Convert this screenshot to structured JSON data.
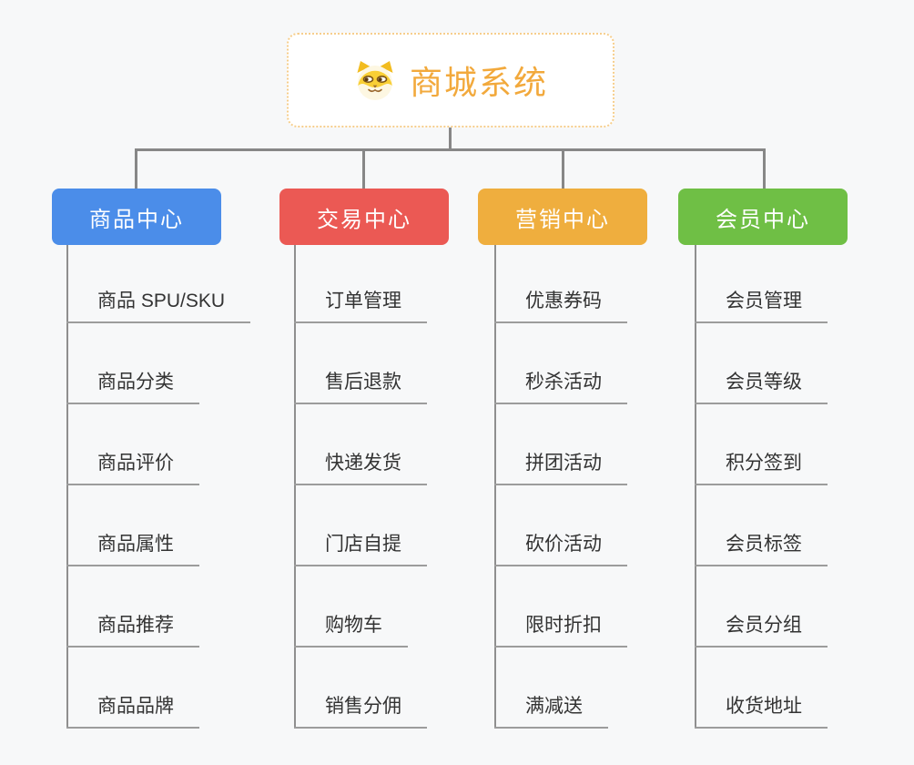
{
  "root": {
    "title": "商城系统",
    "icon": "dog-icon",
    "title_color": "#f2a93c",
    "border_color": "#f6ce8c"
  },
  "connector_color": "#878787",
  "leaf_line_color": "#9c9c9c",
  "branches": [
    {
      "label": "商品中心",
      "color": "#4b8de9",
      "children": [
        "商品 SPU/SKU",
        "商品分类",
        "商品评价",
        "商品属性",
        "商品推荐",
        "商品品牌"
      ]
    },
    {
      "label": "交易中心",
      "color": "#eb5954",
      "children": [
        "订单管理",
        "售后退款",
        "快递发货",
        "门店自提",
        "购物车",
        "销售分佣"
      ]
    },
    {
      "label": "营销中心",
      "color": "#efae3e",
      "children": [
        "优惠券码",
        "秒杀活动",
        "拼团活动",
        "砍价活动",
        "限时折扣",
        "满减送"
      ]
    },
    {
      "label": "会员中心",
      "color": "#6fbf45",
      "children": [
        "会员管理",
        "会员等级",
        "积分签到",
        "会员标签",
        "会员分组",
        "收货地址"
      ]
    }
  ]
}
